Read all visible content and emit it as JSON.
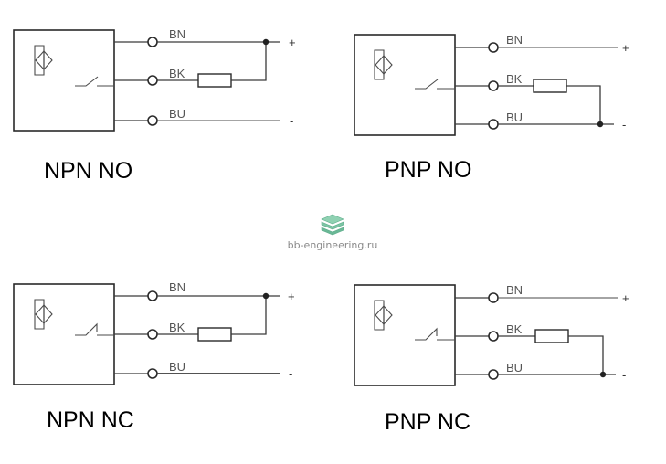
{
  "diagrams": [
    {
      "title": "NPN  NO",
      "wires": [
        {
          "label": "BN",
          "sign": "+"
        },
        {
          "label": "BK"
        },
        {
          "label": "BU",
          "sign": "-"
        }
      ]
    },
    {
      "title": "PNP  NO",
      "wires": [
        {
          "label": "BN",
          "sign": "+"
        },
        {
          "label": "BK"
        },
        {
          "label": "BU",
          "sign": "-"
        }
      ]
    },
    {
      "title": "NPN  NC",
      "wires": [
        {
          "label": "BN",
          "sign": "+"
        },
        {
          "label": "BK"
        },
        {
          "label": "BU",
          "sign": "-"
        }
      ]
    },
    {
      "title": "PNP  NC",
      "wires": [
        {
          "label": "BN",
          "sign": "+"
        },
        {
          "label": "BK"
        },
        {
          "label": "BU",
          "sign": "-"
        }
      ]
    }
  ],
  "watermark": {
    "text": "bb-engineering.ru",
    "icon": "stacked-layers-icon"
  },
  "colors": {
    "watermark_icon": "#7cc4a4"
  }
}
